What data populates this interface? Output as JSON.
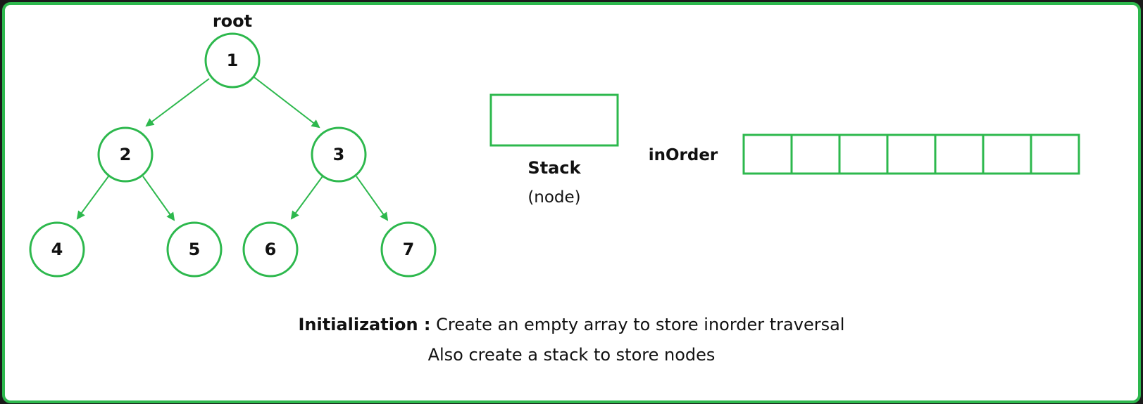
{
  "colors": {
    "accent": "#2db84d",
    "frame": "#2db84d",
    "text": "#111111"
  },
  "tree": {
    "root_label": "root",
    "nodes": [
      "1",
      "2",
      "3",
      "4",
      "5",
      "6",
      "7"
    ]
  },
  "stack": {
    "title": "Stack",
    "subtitle": "(node)"
  },
  "inorder": {
    "label": "inOrder",
    "cell_count": 7
  },
  "caption": {
    "bold": "Initialization :",
    "line1": " Create an empty array to store inorder traversal",
    "line2": "Also create a stack to store  nodes"
  }
}
